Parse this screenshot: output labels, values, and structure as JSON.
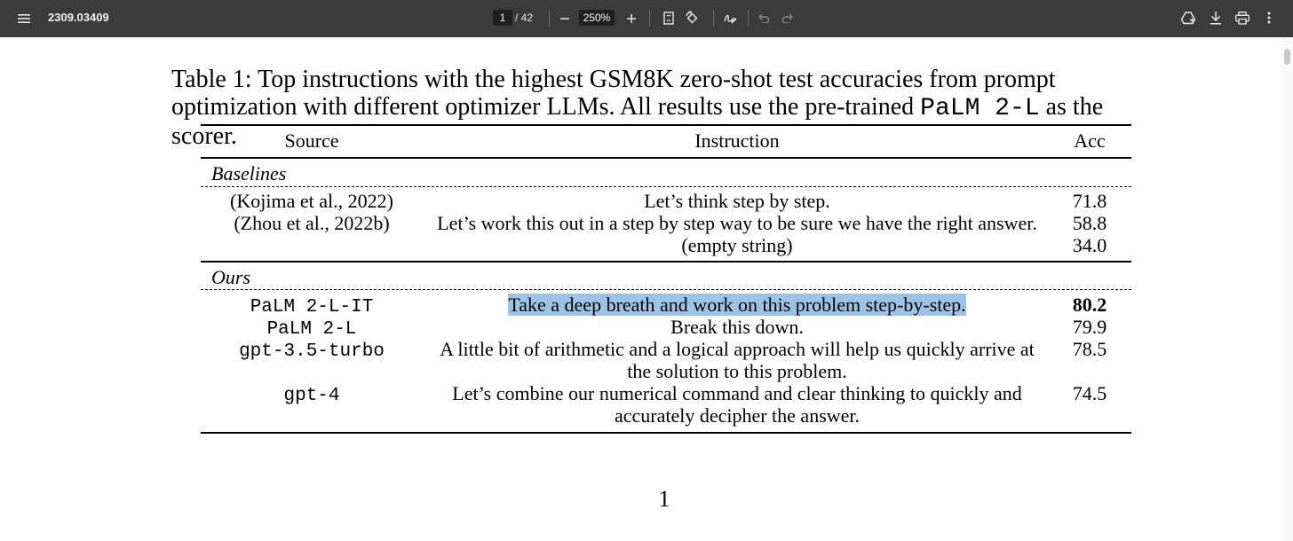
{
  "toolbar": {
    "doc_title": "2309.03409",
    "page_current": "1",
    "page_total": "/ 42",
    "zoom": "250%"
  },
  "table": {
    "caption_prefix": "Table 1: Top instructions with the highest GSM8K zero-shot test accuracies from prompt optimization with different optimizer LLMs. All results use the pre-trained ",
    "caption_mono": "PaLM 2-L",
    "caption_suffix": " as the scorer.",
    "headers": {
      "source": "Source",
      "instruction": "Instruction",
      "acc": "Acc"
    },
    "groups": {
      "baselines": "Baselines",
      "ours": "Ours"
    },
    "baselines": [
      {
        "source": "(Kojima et al., 2022)",
        "instruction": "Let’s think step by step.",
        "acc": "71.8"
      },
      {
        "source": "(Zhou et al., 2022b)",
        "instruction": "Let’s work this out in a step by step way to be sure we have the right answer.",
        "acc": "58.8"
      },
      {
        "source": "",
        "instruction": "(empty string)",
        "acc": "34.0"
      }
    ],
    "ours": [
      {
        "source": "PaLM 2-L-IT",
        "instruction": "Take a deep breath and work on this problem step-by-step.",
        "acc": "80.2"
      },
      {
        "source": "PaLM 2-L",
        "instruction": "Break this down.",
        "acc": "79.9"
      },
      {
        "source": "gpt-3.5-turbo",
        "instruction": "A little bit of arithmetic and a logical approach will help us quickly arrive at the solution to this problem.",
        "acc": "78.5"
      },
      {
        "source": "gpt-4",
        "instruction": "Let’s combine our numerical command and clear thinking to quickly and accurately decipher the answer.",
        "acc": "74.5"
      }
    ]
  },
  "page_number": "1"
}
